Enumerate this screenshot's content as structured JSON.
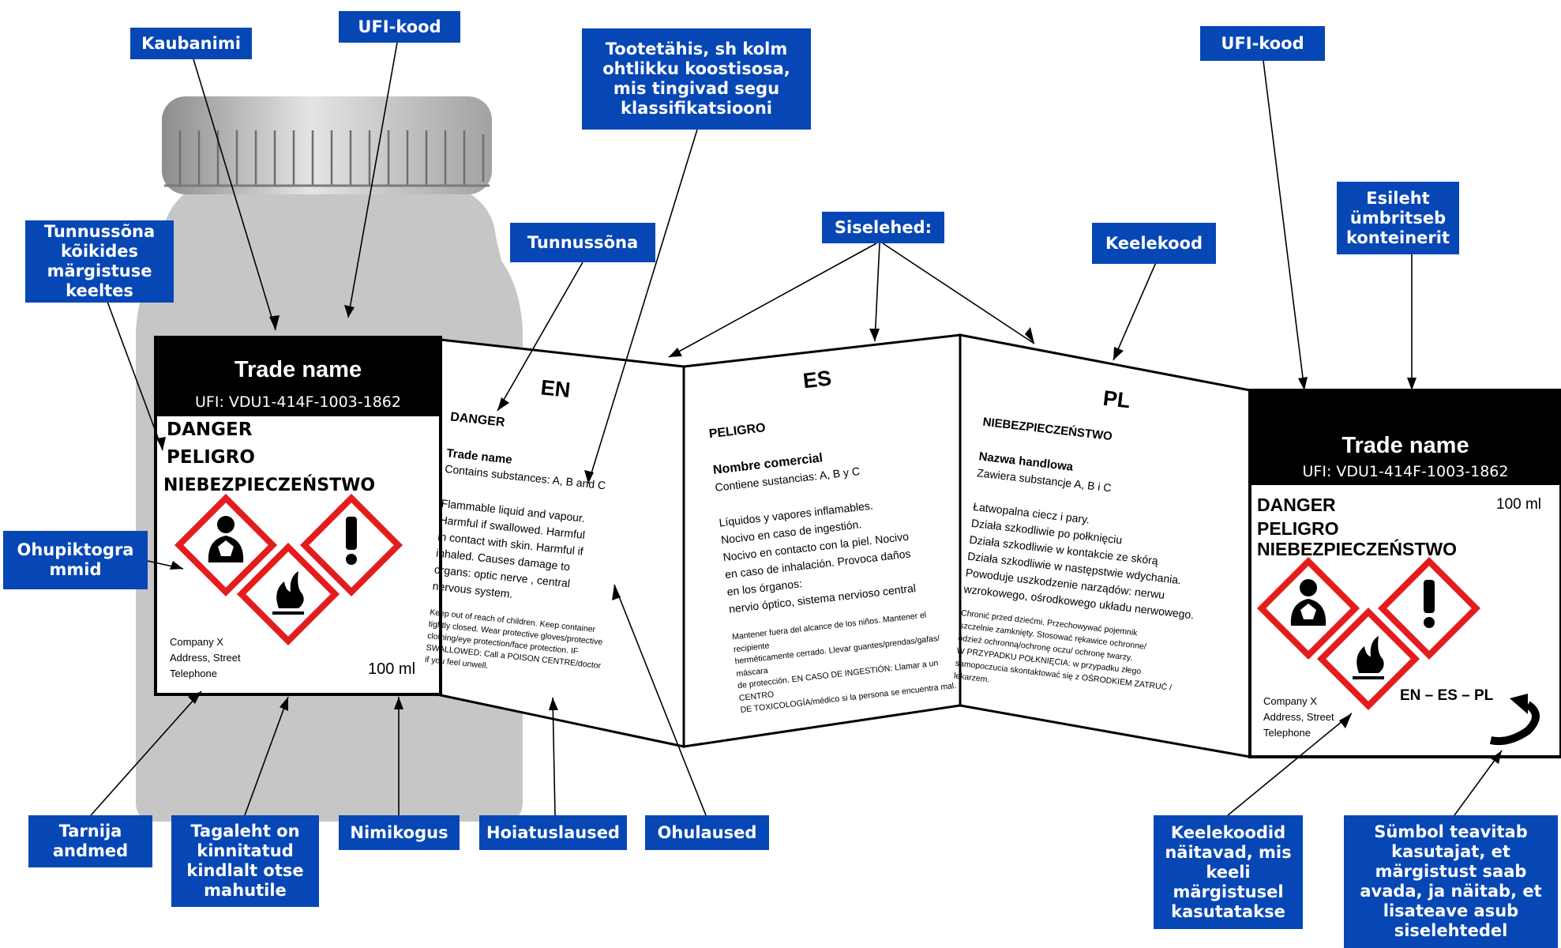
{
  "left_label": {
    "trade_name": "Trade name",
    "ufi": "UFI: VDU1-414F-1003-1862",
    "signal_words": [
      "DANGER",
      "PELIGRO",
      "NIEBEZPIECZEŃSTWO"
    ],
    "supplier_lines": [
      "Company X",
      "Address, Street",
      "Telephone"
    ],
    "quantity": "100 ml"
  },
  "page_en": {
    "code": "EN",
    "signal_word": "DANGER",
    "trade_name": "Trade name",
    "contains": "Contains substances: A, B and C",
    "hazard_lines": [
      "Flammable liquid and vapour.",
      "Harmful if swallowed. Harmful",
      "in contact with skin. Harmful if",
      "inhaled. Causes damage to",
      "organs: optic nerve , central",
      "nervous system."
    ],
    "precaution_lines": [
      "Keep out of reach of children. Keep container",
      "tightly closed. Wear protective gloves/protective",
      "clothing/eye protection/face protection. IF",
      "SWALLOWED: Call a POISON CENTRE/doctor",
      "if you feel unwell."
    ]
  },
  "page_es": {
    "code": "ES",
    "signal_word": "PELIGRO",
    "trade_name": "Nombre comercial",
    "contains": "Contiene sustancias: A, B y C",
    "hazard_lines": [
      "Líquidos y vapores inflamables.",
      "Nocivo en caso de ingestión.",
      "Nocivo en contacto con la piel. Nocivo",
      "en caso de inhalación. Provoca daños",
      "en los órganos:",
      "nervio óptico, sistema nervioso central"
    ],
    "precaution_lines": [
      "Mantener fuera del alcance de los niños. Mantener el",
      "recipiente",
      "herméticamente cerrado. Llevar guantes/prendas/gafas/",
      "máscara",
      "de protección. EN CASO DE INGESTIÓN: Llamar a un",
      "CENTRO",
      "DE TOXICOLOGÍA/médico si la persona se encuentra mal."
    ]
  },
  "page_pl": {
    "code": "PL",
    "signal_word": "NIEBEZPIECZEŃSTWO",
    "trade_name": "Nazwa handlowa",
    "contains": "Zawiera substancje A, B i C",
    "hazard_lines": [
      "Łatwopalna ciecz i pary.",
      "Działa szkodliwie po połknięciu",
      "Działa szkodliwie w kontakcie ze skórą",
      "Działa szkodliwie w następstwie wdychania.",
      "Powoduje uszkodzenie narządów: nerwu",
      "wzrokowego, ośrodkowego układu nerwowego."
    ],
    "precaution_lines": [
      "Chronić przed dziećmi. Przechowywać pojemnik",
      "szczelnie zamknięty. Stosować rękawice ochronne/",
      "odzież ochronną/ochronę oczu/ ochronę twarzy.",
      "W PRZYPADKU POŁKNIĘCIA: w przypadku złego",
      "samopoczucia skontaktować się z OŚRODKIEM ZATRUĆ /",
      "lekarzem."
    ]
  },
  "right_label": {
    "trade_name": "Trade name",
    "ufi": "UFI: VDU1-414F-1003-1862",
    "signal_words": [
      "DANGER",
      "PELIGRO",
      "NIEBEZPIECZEŃSTWO"
    ],
    "quantity": "100 ml",
    "supplier_lines": [
      "Company X",
      "Address, Street",
      "Telephone"
    ],
    "language_codes": "EN – ES – PL"
  },
  "callouts": {
    "kaubanimi": "Kaubanimi",
    "ufi_left": "UFI-kood",
    "tootetahis": "Tootetähis, sh kolm ohtlikku koostisosa, mis tingivad segu klassifikatsiooni",
    "ufi_right": "UFI-kood",
    "esileht": "Esileht ümbritseb konteinerit",
    "tunnussona_keeltes": "Tunnussõna kõikides märgistuse keeltes",
    "tunnussona": "Tunnussõna",
    "siselehed": "Siselehed:",
    "keelekood": "Keelekood",
    "ohupiktogrammid": "Ohupiktogrammid",
    "tarnija": "Tarnija andmed",
    "tagaleht": "Tagaleht on kinnitatud kindlalt otse mahutile",
    "nimikogus": "Nimikogus",
    "hoiatuslaused": "Hoiatuslaused",
    "ohulaused": "Ohulaused",
    "keelekoodid": "Keelekoodid näitavad, mis keeli märgistusel kasutatakse",
    "symbol": "Sümbol teavitab kasutajat, et märgistust saab avada, ja näitab, et lisateave asub siselehtedel"
  }
}
